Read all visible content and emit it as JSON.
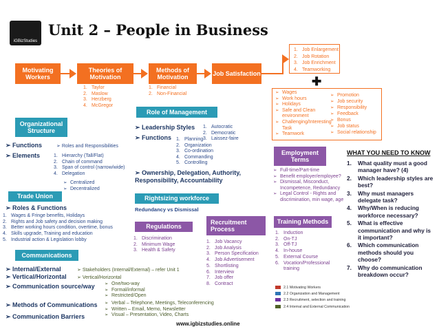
{
  "logo": {
    "line1": "iGBizStudies"
  },
  "title": "Unit 2 – People in Business",
  "top_boxes": [
    {
      "label": "Motivating Workers"
    },
    {
      "label": "Theories of Motivation"
    },
    {
      "label": "Methods of Motivation"
    },
    {
      "label": "Job Satisfaction"
    }
  ],
  "theories": [
    "Taylor",
    "Maslow",
    "Herzberg",
    "McGregor"
  ],
  "methods": [
    "Financial",
    "Non-Financial"
  ],
  "job_list": [
    "Job Enlargement",
    "Job Rotation",
    "Job Enrichment",
    "Teamworking"
  ],
  "plus": "✚",
  "satisfaction_left": [
    "Wages",
    "Work hours",
    "Holidays",
    "Safe and Clean environment",
    "Challenging/Interesting Task",
    "Teamwork"
  ],
  "satisfaction_right": [
    "Promotion",
    "Job security",
    "Responsibility",
    "Feedback",
    "Bonus",
    "Job status",
    "Social relationship"
  ],
  "role_mgmt": {
    "title": "Role of Management"
  },
  "org_structure": {
    "title": "Organizational Structure",
    "functions_label": "Functions",
    "functions_detail": "Roles and Responsibilities",
    "elements_label": "Elements",
    "elements": [
      "Hierarchy (Tall/Flat)",
      "Chain of command",
      "Span of control (narrow/wide)",
      "Delegation"
    ],
    "delegation_sub": [
      "Centralized",
      "Decentralized"
    ]
  },
  "leadership": {
    "label": "Leadership Styles",
    "styles": [
      "Autocratic",
      "Democratic",
      "Laissez-faire"
    ]
  },
  "mgmt_functions": {
    "label": "Functions",
    "items": [
      "Planning",
      "Organization",
      "Co-ordination",
      "Commanding",
      "Controlling"
    ]
  },
  "ownership": "Ownership, Delegation, Authority, Responsibility, Accountability",
  "employment": {
    "title": "Employment Terms",
    "items": [
      "Full-time/Part-time",
      "Benefit employer/employee?",
      "Dismissal, Misconduct, Incompetence, Redundancy",
      "Legal Control - Rights and discrimination, min wage, age"
    ]
  },
  "trade_union": {
    "title": "Trade Union",
    "sub": "Roles & Functions",
    "items": [
      "Wages & Fringe benefits, Holidays",
      "Rights and Job safety and decision making",
      "Better working hours condition, overtime, bonus",
      "Skills upgrade, Training and education",
      "Industrial action & Legislation lobby"
    ]
  },
  "rightsizing": {
    "title": "Rightsizing workforce",
    "sub": "Redundancy vs Dismissal"
  },
  "regulations": {
    "title": "Regulations",
    "items": [
      "Discrimination",
      "Minimum Wage",
      "Health & Safety"
    ]
  },
  "recruitment": {
    "title": "Recruitment Process",
    "items": [
      "Job Vacancy",
      "Job Analysis",
      "Person Specification",
      "Job Advertisement",
      "Shortlisting",
      "Interview",
      "Job offer",
      "Contract"
    ]
  },
  "training": {
    "title": "Training Methods",
    "items": [
      "Induction",
      "On-TJ",
      "Off-TJ",
      "In-house",
      "External Course",
      "Vocation/Professional training"
    ]
  },
  "need_to_know": {
    "title": "WHAT YOU NEED TO KNOW",
    "items": [
      "What quality must a good manager have? (4)",
      "Which leadership styles are best?",
      "Why must managers delegate task?",
      "Why/When is reducing workforce necessary?",
      "What is effective communication and why is it important?",
      "Which communication methods should you choose?",
      "Why do communication breakdown occur?"
    ]
  },
  "communications": {
    "title": "Communications",
    "internal": "Internal/External",
    "stakeholders": "Stakeholders (Internal/External) – refer Unit 1",
    "vertical": "Vertical/Horizontal",
    "vertical_detail": "Vertical/Horizontal",
    "source": "Communication source/way",
    "source_items": [
      "One/two-way",
      "Formal/informal",
      "Restricted/Open"
    ],
    "methods": "Methods of Communications",
    "methods_items": [
      "Verbal – Telephone, Meetings, Teleconferencing",
      "Written – Email, Memo, Newsletter",
      "Visual – Presentation, Video, Charts"
    ],
    "barriers": "Communication Barriers"
  },
  "legend": [
    {
      "label": "2.1 Motivating Workers",
      "color": "#c0392b"
    },
    {
      "label": "2.2 Organization and Management",
      "color": "#2e75b6"
    },
    {
      "label": "2.3 Recruitment, selection and training",
      "color": "#7030a0"
    },
    {
      "label": "2.4 Internal and External Communication",
      "color": "#4f6228"
    }
  ],
  "website": "www.igbizstudies.online"
}
